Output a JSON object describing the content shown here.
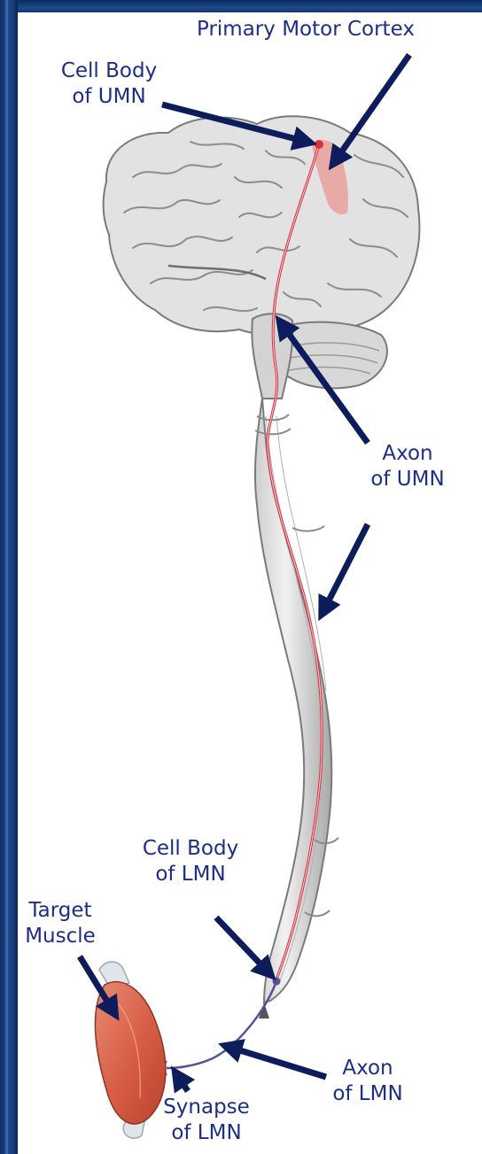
{
  "colors": {
    "label_text": "#1c2e86",
    "arrow": "#0d1d5c",
    "frame": "#1c4a8c",
    "umn_pathway": "#d8303f",
    "lmn_pathway": "#5b4f9c",
    "motor_cortex_highlight": "#e8a09a",
    "muscle": "#d65c45"
  },
  "labels": {
    "primary_motor_cortex": "Primary Motor Cortex",
    "cell_body_umn": {
      "line1": "Cell Body",
      "line2": "of UMN"
    },
    "axon_umn": {
      "line1": "Axon",
      "line2": "of UMN"
    },
    "cell_body_lmn": {
      "line1": "Cell Body",
      "line2": "of LMN"
    },
    "target_muscle": {
      "line1": "Target",
      "line2": "Muscle"
    },
    "axon_lmn": {
      "line1": "Axon",
      "line2": "of LMN"
    },
    "synapse_lmn": {
      "line1": "Synapse",
      "line2": "of LMN"
    }
  }
}
